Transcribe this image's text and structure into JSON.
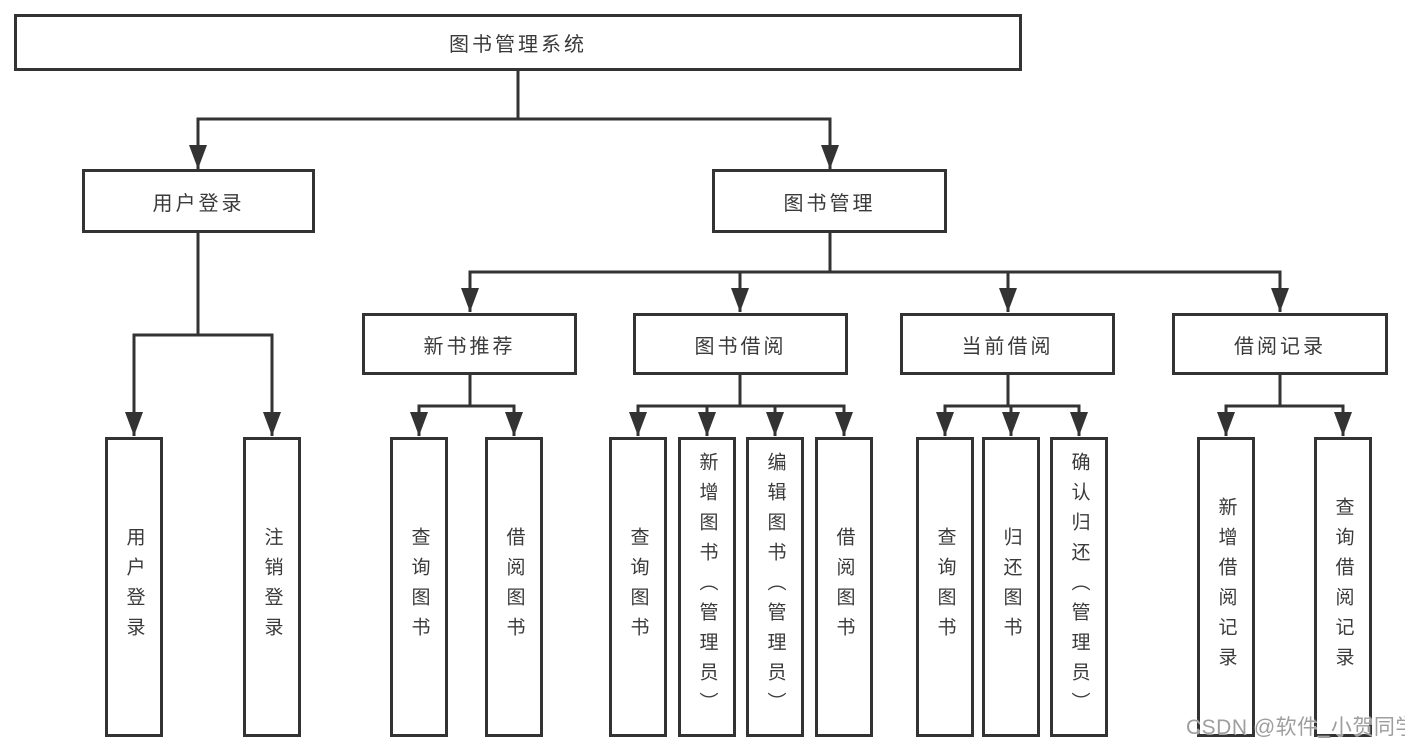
{
  "tree": {
    "root": {
      "label": "图书管理系统",
      "children": [
        {
          "label": "用户登录",
          "children": [
            {
              "label": "用户登录"
            },
            {
              "label": "注销登录"
            }
          ]
        },
        {
          "label": "图书管理",
          "children": [
            {
              "label": "新书推荐",
              "children": [
                {
                  "label": "查询图书"
                },
                {
                  "label": "借阅图书"
                }
              ]
            },
            {
              "label": "图书借阅",
              "children": [
                {
                  "label": "查询图书"
                },
                {
                  "label": "新增图书（管理员）"
                },
                {
                  "label": "编辑图书（管理员）"
                },
                {
                  "label": "借阅图书"
                }
              ]
            },
            {
              "label": "当前借阅",
              "children": [
                {
                  "label": "查询图书"
                },
                {
                  "label": "归还图书"
                },
                {
                  "label": "确认归还（管理员）"
                }
              ]
            },
            {
              "label": "借阅记录",
              "children": [
                {
                  "label": "新增借阅记录"
                },
                {
                  "label": "查询借阅记录"
                }
              ]
            }
          ]
        }
      ]
    }
  },
  "watermark": {
    "text": "CSDN @软件_小贺同学"
  },
  "colors": {
    "ink": "#333333",
    "text": "#3a3a3a",
    "watermark": "#9e9e9e",
    "background": "#ffffff"
  }
}
